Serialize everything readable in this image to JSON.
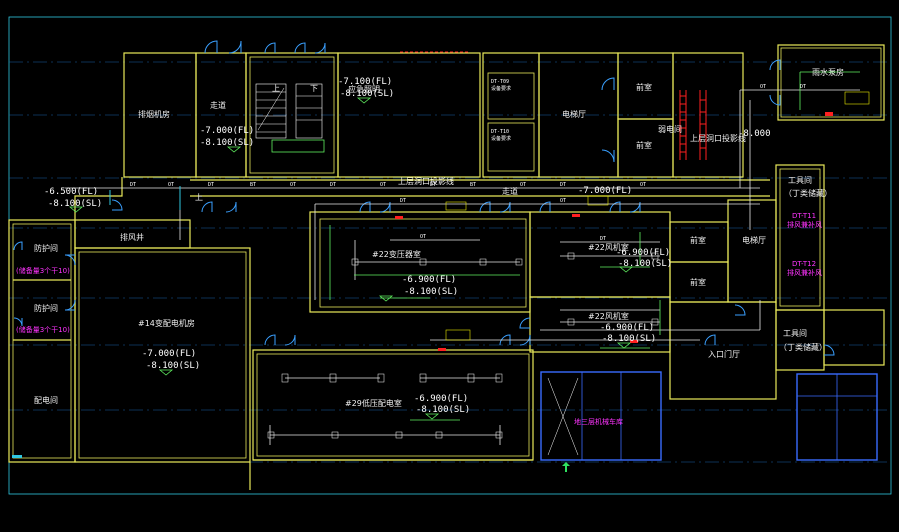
{
  "rooms": {
    "yijiu_top": "排烟机房",
    "walkway_top": "走道",
    "emergency_room": "应急照明",
    "elevator_hall": "电梯厅",
    "front_room_1": "前室",
    "front_room_2": "前室",
    "rain_pump": "雨水泵房",
    "fan_room": "排风井",
    "walkway_mid": "走道",
    "transformer_22_1": "#22变压器室",
    "fan_room_22": "#22风机室",
    "fan_room_22b": "#22风机室",
    "power_room_14": "#14变配电机房",
    "transformer_29": "#29低压配电室",
    "front_room_3": "前室",
    "front_room_4": "前室",
    "elevator_hall_2": "电梯厅",
    "entry_hall": "入口门厅",
    "tool_room_1": "工具间",
    "tool_room_1_note": "（丁类储藏）",
    "tool_room_2": "工具间",
    "tool_room_2_note": "（丁类储藏）",
    "distribution_room": "配电间",
    "protect_room_1": "防护间",
    "protect_room_2": "防护间",
    "mechanical_zone": "地三层机械车库",
    "upper_hole_1": "上层洞口投影线",
    "upper_hole_2": "上层洞口投影线",
    "stair_up": "上",
    "stair_down": "下",
    "stair_up_2": "上",
    "stair_up_3": "上",
    "lift_dt": "DT-T09",
    "lift_dt2": "DT-T10",
    "lift_note_1": "设备要求",
    "lift_note_2": "设备要求",
    "weak_room": "弱电间",
    "magenta_a": "(储备量3个干10)",
    "magenta_b": "(储备量3个干10)",
    "magenta_c": "DT-T11",
    "magenta_d": "排风兼补风",
    "magenta_e": "DT-T12",
    "magenta_f": "排风兼补风"
  },
  "levels": {
    "l1": "-7.000(FL)",
    "l1b": "-8.100(SL)",
    "l2": "-7.100(FL)",
    "l2b": "-8.100(SL)",
    "l3": "-6.500(FL)",
    "l3b": "-8.100(SL)",
    "l4": "-7.000(FL)",
    "l5": "-6.900(FL)",
    "l5b": "-8.100(SL)",
    "l6": "-6.900(FL)",
    "l6b": "-8.100(SL)",
    "l7": "-7.000(FL)",
    "l7b": "-8.100(SL)",
    "l8": "-6.900(FL)",
    "l8b": "-8.100(SL)",
    "l9": "-6.900(FL)",
    "l9b": "-8.100(SL)",
    "l10": "-8.000",
    "l11": "-8.100(SL)"
  },
  "pipe_labels": {
    "dt": "DT",
    "ot": "OT",
    "bt": "BT"
  }
}
